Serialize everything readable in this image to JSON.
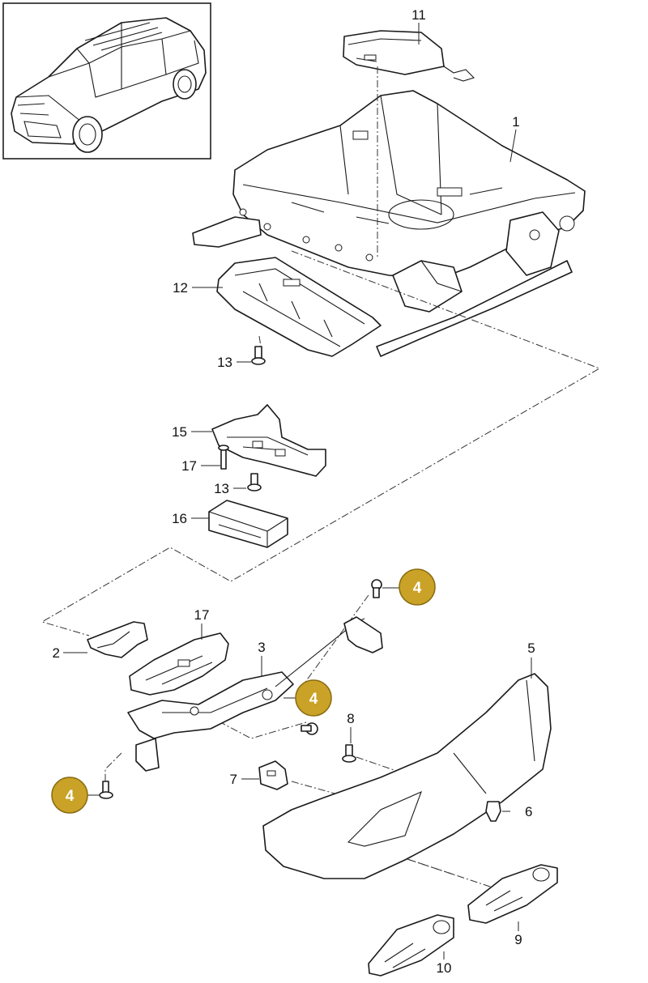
{
  "callouts": [
    {
      "id": "c11",
      "text": "11"
    },
    {
      "id": "c1",
      "text": "1"
    },
    {
      "id": "c12",
      "text": "12"
    },
    {
      "id": "c13a",
      "text": "13"
    },
    {
      "id": "c15",
      "text": "15"
    },
    {
      "id": "c17a",
      "text": "17"
    },
    {
      "id": "c13b",
      "text": "13"
    },
    {
      "id": "c16",
      "text": "16"
    },
    {
      "id": "c17b",
      "text": "17"
    },
    {
      "id": "c2",
      "text": "2"
    },
    {
      "id": "c3",
      "text": "3"
    },
    {
      "id": "c5",
      "text": "5"
    },
    {
      "id": "c8",
      "text": "8"
    },
    {
      "id": "c7",
      "text": "7"
    },
    {
      "id": "c6",
      "text": "6"
    },
    {
      "id": "c9",
      "text": "9"
    },
    {
      "id": "c10",
      "text": "10"
    }
  ],
  "highlighted_callouts": [
    {
      "id": "h4a",
      "text": "4"
    },
    {
      "id": "h4b",
      "text": "4"
    },
    {
      "id": "h4c",
      "text": "4"
    }
  ],
  "colors": {
    "highlight_fill": "#c9a227",
    "highlight_stroke": "#8a6d12",
    "line": "#1a1a1a"
  }
}
